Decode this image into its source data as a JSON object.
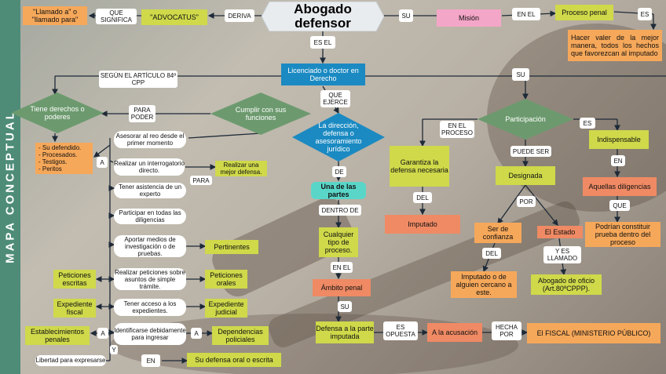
{
  "side_title": "MAPA CONCEPTUAL",
  "colors": {
    "band": "#4e8c78",
    "blue": "#1b8ac2",
    "green_diamond": "#6c9a6e",
    "lime": "#cfd94a",
    "orange": "#f6a85a",
    "pink": "#f4a6c8",
    "salmon": "#ef8a64",
    "mint": "#5ad6c8"
  },
  "nodes": {
    "title": "Abogado defensor",
    "llamado": "\"Llamado a\" o \"llamado para\"",
    "que_significa": "QUE SIGNIFICA",
    "advocatus": "\"ADVOCATUS\"",
    "deriva": "DERIVA",
    "su_top": "SU",
    "mision": "Misión",
    "en_el_top": "EN EL",
    "proceso_penal": "Proceso penal",
    "es_top": "ES",
    "hacer_valer": "Hacer valer de la mejor manera, todos los hechos que favorezcan al imputado",
    "es_el": "ES EL",
    "licenciado": "Licenciado o doctor en Derecho",
    "segun": "SEGÚN EL ARTÍCULO 84º CPP",
    "su_right": "SU",
    "tiene_derechos": "Tiene derechos o poderes",
    "para_poder": "PARA PODER",
    "cumplir": "Cumplir con sus funciones",
    "que_ejerce": "QUE EJERCE",
    "direccion": "La dirección, defensa o asesoramiento jurídico",
    "participacion": "Participación",
    "en_el_proceso": "EN EL PROCESO",
    "es_right": "ES",
    "puede_ser": "PUEDE SER",
    "garantiza": "Garantiza la defensa necesaria",
    "del_1": "DEL",
    "imputado_1": "Imputado",
    "de": "DE",
    "una_de_las_partes": "Una de las partes",
    "dentro_de": "DENTRO DE",
    "cualquier_tipo": "Cualquier tipo de proceso.",
    "en_el_mid": "EN EL",
    "ambito_penal": "Ámbito penal",
    "su_mid": "SU",
    "defensa_parte": "Defensa a la parte imputada",
    "es_opuesta": "ES OPUESTA",
    "a_la_acusacion": "A la acusación",
    "hecha_por": "HECHA POR",
    "fiscal": "El FISCAL (MINISTERIO PÚBLICO)",
    "designada": "Designada",
    "por": "POR",
    "ser_confianza": "Ser de confianza",
    "el_estado": "El Estado",
    "del_2": "DEL",
    "y_es_llamado": "Y ES LLAMADO",
    "imputado_conocido": "Imputado o de alguien cercano a este.",
    "abogado_oficio": "Abogado de oficio (Art.80ºCPPP).",
    "indispensable": "Indispensable",
    "en_right": "EN",
    "aquellas": "Aquellas diligencias",
    "que_right": "QUE",
    "podrian": "Podrían constituir prueba dentro del proceso",
    "defendido_list": "- Su defendido.\n- Procesados.\n- Testigos.\n- Peritos",
    "a_1": "A",
    "asesorar": "Asesorar al reo desde el primer momento",
    "realizar_interrogatorio": "Realizar un interrogatorio directo.",
    "para_left": "PARA",
    "realizar_mejor": "Realizar una mejor defensa.",
    "tener_asistencia": "Tener asistencia de un experto",
    "participar": "Participar en todas las diligencias",
    "aportar": "Aportar medios de investigación o de pruebas.",
    "pertinentes": "Pertinentes",
    "realizar_peticiones": "Realizar peticiones sobre asuntos de simple trámite.",
    "peticiones_escritas": "Peticiones escritas",
    "peticiones_orales": "Peticiones orales",
    "tener_acceso": "Tener acceso a los expedientes.",
    "expediente_fiscal": "Expediente fiscal",
    "expediente_judicial": "Expediente judicial",
    "identificarse": "Identificarse debidamente para ingresar",
    "a_2": "A",
    "a_3": "A",
    "establecimientos": "Establecimientos penales",
    "dependencias": "Dependencias policiales",
    "y_small": "Y",
    "libertad": "Libertad para expresarse",
    "en_bottom": "EN",
    "su_defensa_oral": "Su defensa oral o escrita"
  }
}
